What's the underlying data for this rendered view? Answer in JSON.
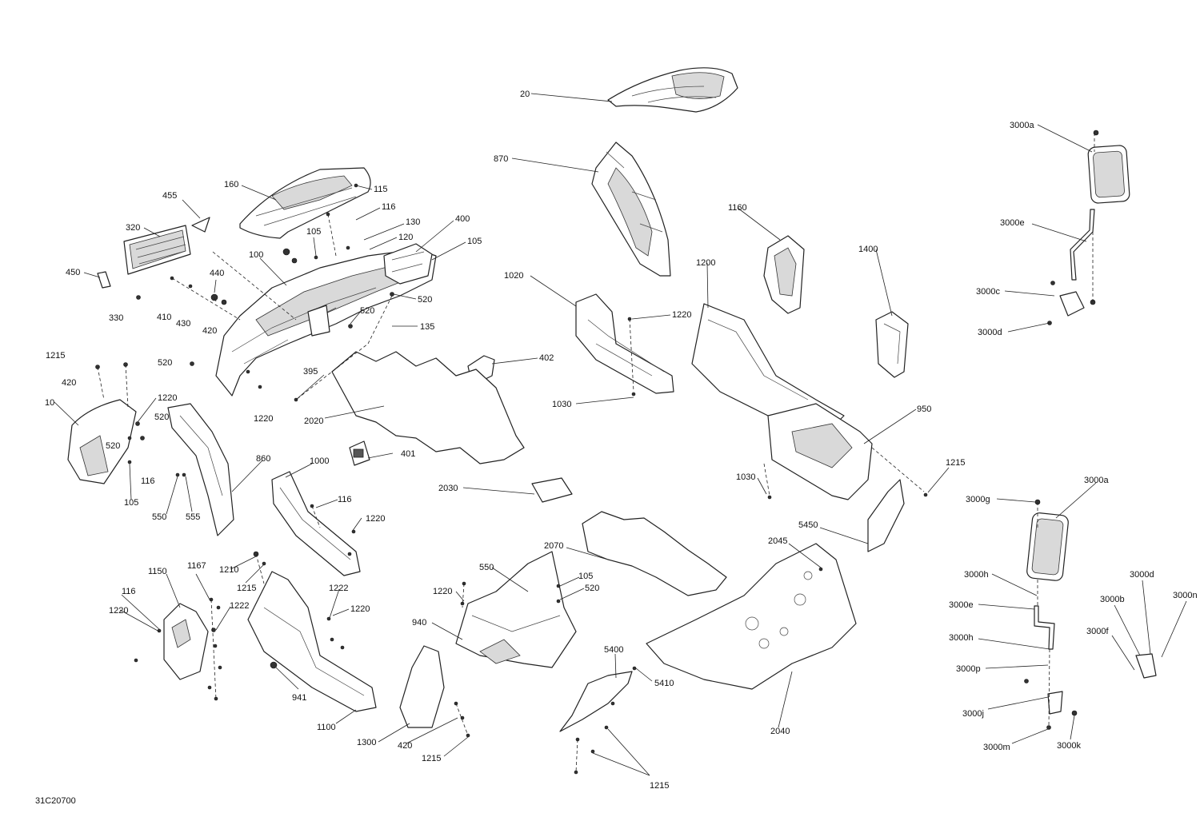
{
  "document": {
    "code": "31C20700"
  },
  "callouts": [
    {
      "id": "c20",
      "text": "20"
    },
    {
      "id": "c870",
      "text": "870"
    },
    {
      "id": "c3000a_top",
      "text": "3000a"
    },
    {
      "id": "c3000e_top",
      "text": "3000e"
    },
    {
      "id": "c3000c",
      "text": "3000c"
    },
    {
      "id": "c3000d_top",
      "text": "3000d"
    },
    {
      "id": "c160",
      "text": "160"
    },
    {
      "id": "c115",
      "text": "115"
    },
    {
      "id": "c116_top",
      "text": "116"
    },
    {
      "id": "c130",
      "text": "130"
    },
    {
      "id": "c120",
      "text": "120"
    },
    {
      "id": "c400",
      "text": "400"
    },
    {
      "id": "c105_top",
      "text": "105"
    },
    {
      "id": "c105_b",
      "text": "105"
    },
    {
      "id": "c455",
      "text": "455"
    },
    {
      "id": "c320",
      "text": "320"
    },
    {
      "id": "c450",
      "text": "450"
    },
    {
      "id": "c100",
      "text": "100"
    },
    {
      "id": "c440",
      "text": "440"
    },
    {
      "id": "c330",
      "text": "330"
    },
    {
      "id": "c410",
      "text": "410"
    },
    {
      "id": "c430",
      "text": "430"
    },
    {
      "id": "c420_a",
      "text": "420"
    },
    {
      "id": "c520_a",
      "text": "520"
    },
    {
      "id": "c520_b",
      "text": "520"
    },
    {
      "id": "c135",
      "text": "135"
    },
    {
      "id": "c1020",
      "text": "1020"
    },
    {
      "id": "c1220_a",
      "text": "1220"
    },
    {
      "id": "c1160",
      "text": "1160"
    },
    {
      "id": "c1200",
      "text": "1200"
    },
    {
      "id": "c1400",
      "text": "1400"
    },
    {
      "id": "c402",
      "text": "402"
    },
    {
      "id": "c1030_a",
      "text": "1030"
    },
    {
      "id": "c1215_a",
      "text": "1215"
    },
    {
      "id": "c420_b",
      "text": "420"
    },
    {
      "id": "c520_c",
      "text": "520"
    },
    {
      "id": "c395",
      "text": "395"
    },
    {
      "id": "c10",
      "text": "10"
    },
    {
      "id": "c1220_b",
      "text": "1220"
    },
    {
      "id": "c520_d",
      "text": "520"
    },
    {
      "id": "c520_e",
      "text": "520"
    },
    {
      "id": "c1220_c",
      "text": "1220"
    },
    {
      "id": "c2020",
      "text": "2020"
    },
    {
      "id": "c950",
      "text": "950"
    },
    {
      "id": "c116_b",
      "text": "116"
    },
    {
      "id": "c860",
      "text": "860"
    },
    {
      "id": "c1000",
      "text": "1000"
    },
    {
      "id": "c401",
      "text": "401"
    },
    {
      "id": "c105_c",
      "text": "105"
    },
    {
      "id": "c550_a",
      "text": "550"
    },
    {
      "id": "c555",
      "text": "555"
    },
    {
      "id": "c116_c",
      "text": "116"
    },
    {
      "id": "c1220_d",
      "text": "1220"
    },
    {
      "id": "c2030",
      "text": "2030"
    },
    {
      "id": "c1030_b",
      "text": "1030"
    },
    {
      "id": "c1215_b",
      "text": "1215"
    },
    {
      "id": "c3000g",
      "text": "3000g"
    },
    {
      "id": "c3000a_b",
      "text": "3000a"
    },
    {
      "id": "c5450",
      "text": "5450"
    },
    {
      "id": "c2070",
      "text": "2070"
    },
    {
      "id": "c2045",
      "text": "2045"
    },
    {
      "id": "c1150",
      "text": "1150"
    },
    {
      "id": "c1167",
      "text": "1167"
    },
    {
      "id": "c1210",
      "text": "1210"
    },
    {
      "id": "c1215_c",
      "text": "1215"
    },
    {
      "id": "c116_d",
      "text": "116"
    },
    {
      "id": "c1220_e",
      "text": "1220"
    },
    {
      "id": "c1222_a",
      "text": "1222"
    },
    {
      "id": "c1222_b",
      "text": "1222"
    },
    {
      "id": "c1220_f",
      "text": "1220"
    },
    {
      "id": "c550_b",
      "text": "550"
    },
    {
      "id": "c1220_g",
      "text": "1220"
    },
    {
      "id": "c105_d",
      "text": "105"
    },
    {
      "id": "c520_f",
      "text": "520"
    },
    {
      "id": "c940",
      "text": "940"
    },
    {
      "id": "c3000h_a",
      "text": "3000h"
    },
    {
      "id": "c3000e_b",
      "text": "3000e"
    },
    {
      "id": "c3000d_b",
      "text": "3000d"
    },
    {
      "id": "c3000b",
      "text": "3000b"
    },
    {
      "id": "c3000n",
      "text": "3000n"
    },
    {
      "id": "c3000f",
      "text": "3000f"
    },
    {
      "id": "c3000h_b",
      "text": "3000h"
    },
    {
      "id": "c3000p",
      "text": "3000p"
    },
    {
      "id": "c941",
      "text": "941"
    },
    {
      "id": "c5400",
      "text": "5400"
    },
    {
      "id": "c5410",
      "text": "5410"
    },
    {
      "id": "c1300",
      "text": "1300"
    },
    {
      "id": "c420_c",
      "text": "420"
    },
    {
      "id": "c1215_d",
      "text": "1215"
    },
    {
      "id": "c1100",
      "text": "1100"
    },
    {
      "id": "c2040",
      "text": "2040"
    },
    {
      "id": "c3000j",
      "text": "3000j"
    },
    {
      "id": "c3000m",
      "text": "3000m"
    },
    {
      "id": "c3000k",
      "text": "3000k"
    },
    {
      "id": "c1215_e",
      "text": "1215"
    }
  ]
}
